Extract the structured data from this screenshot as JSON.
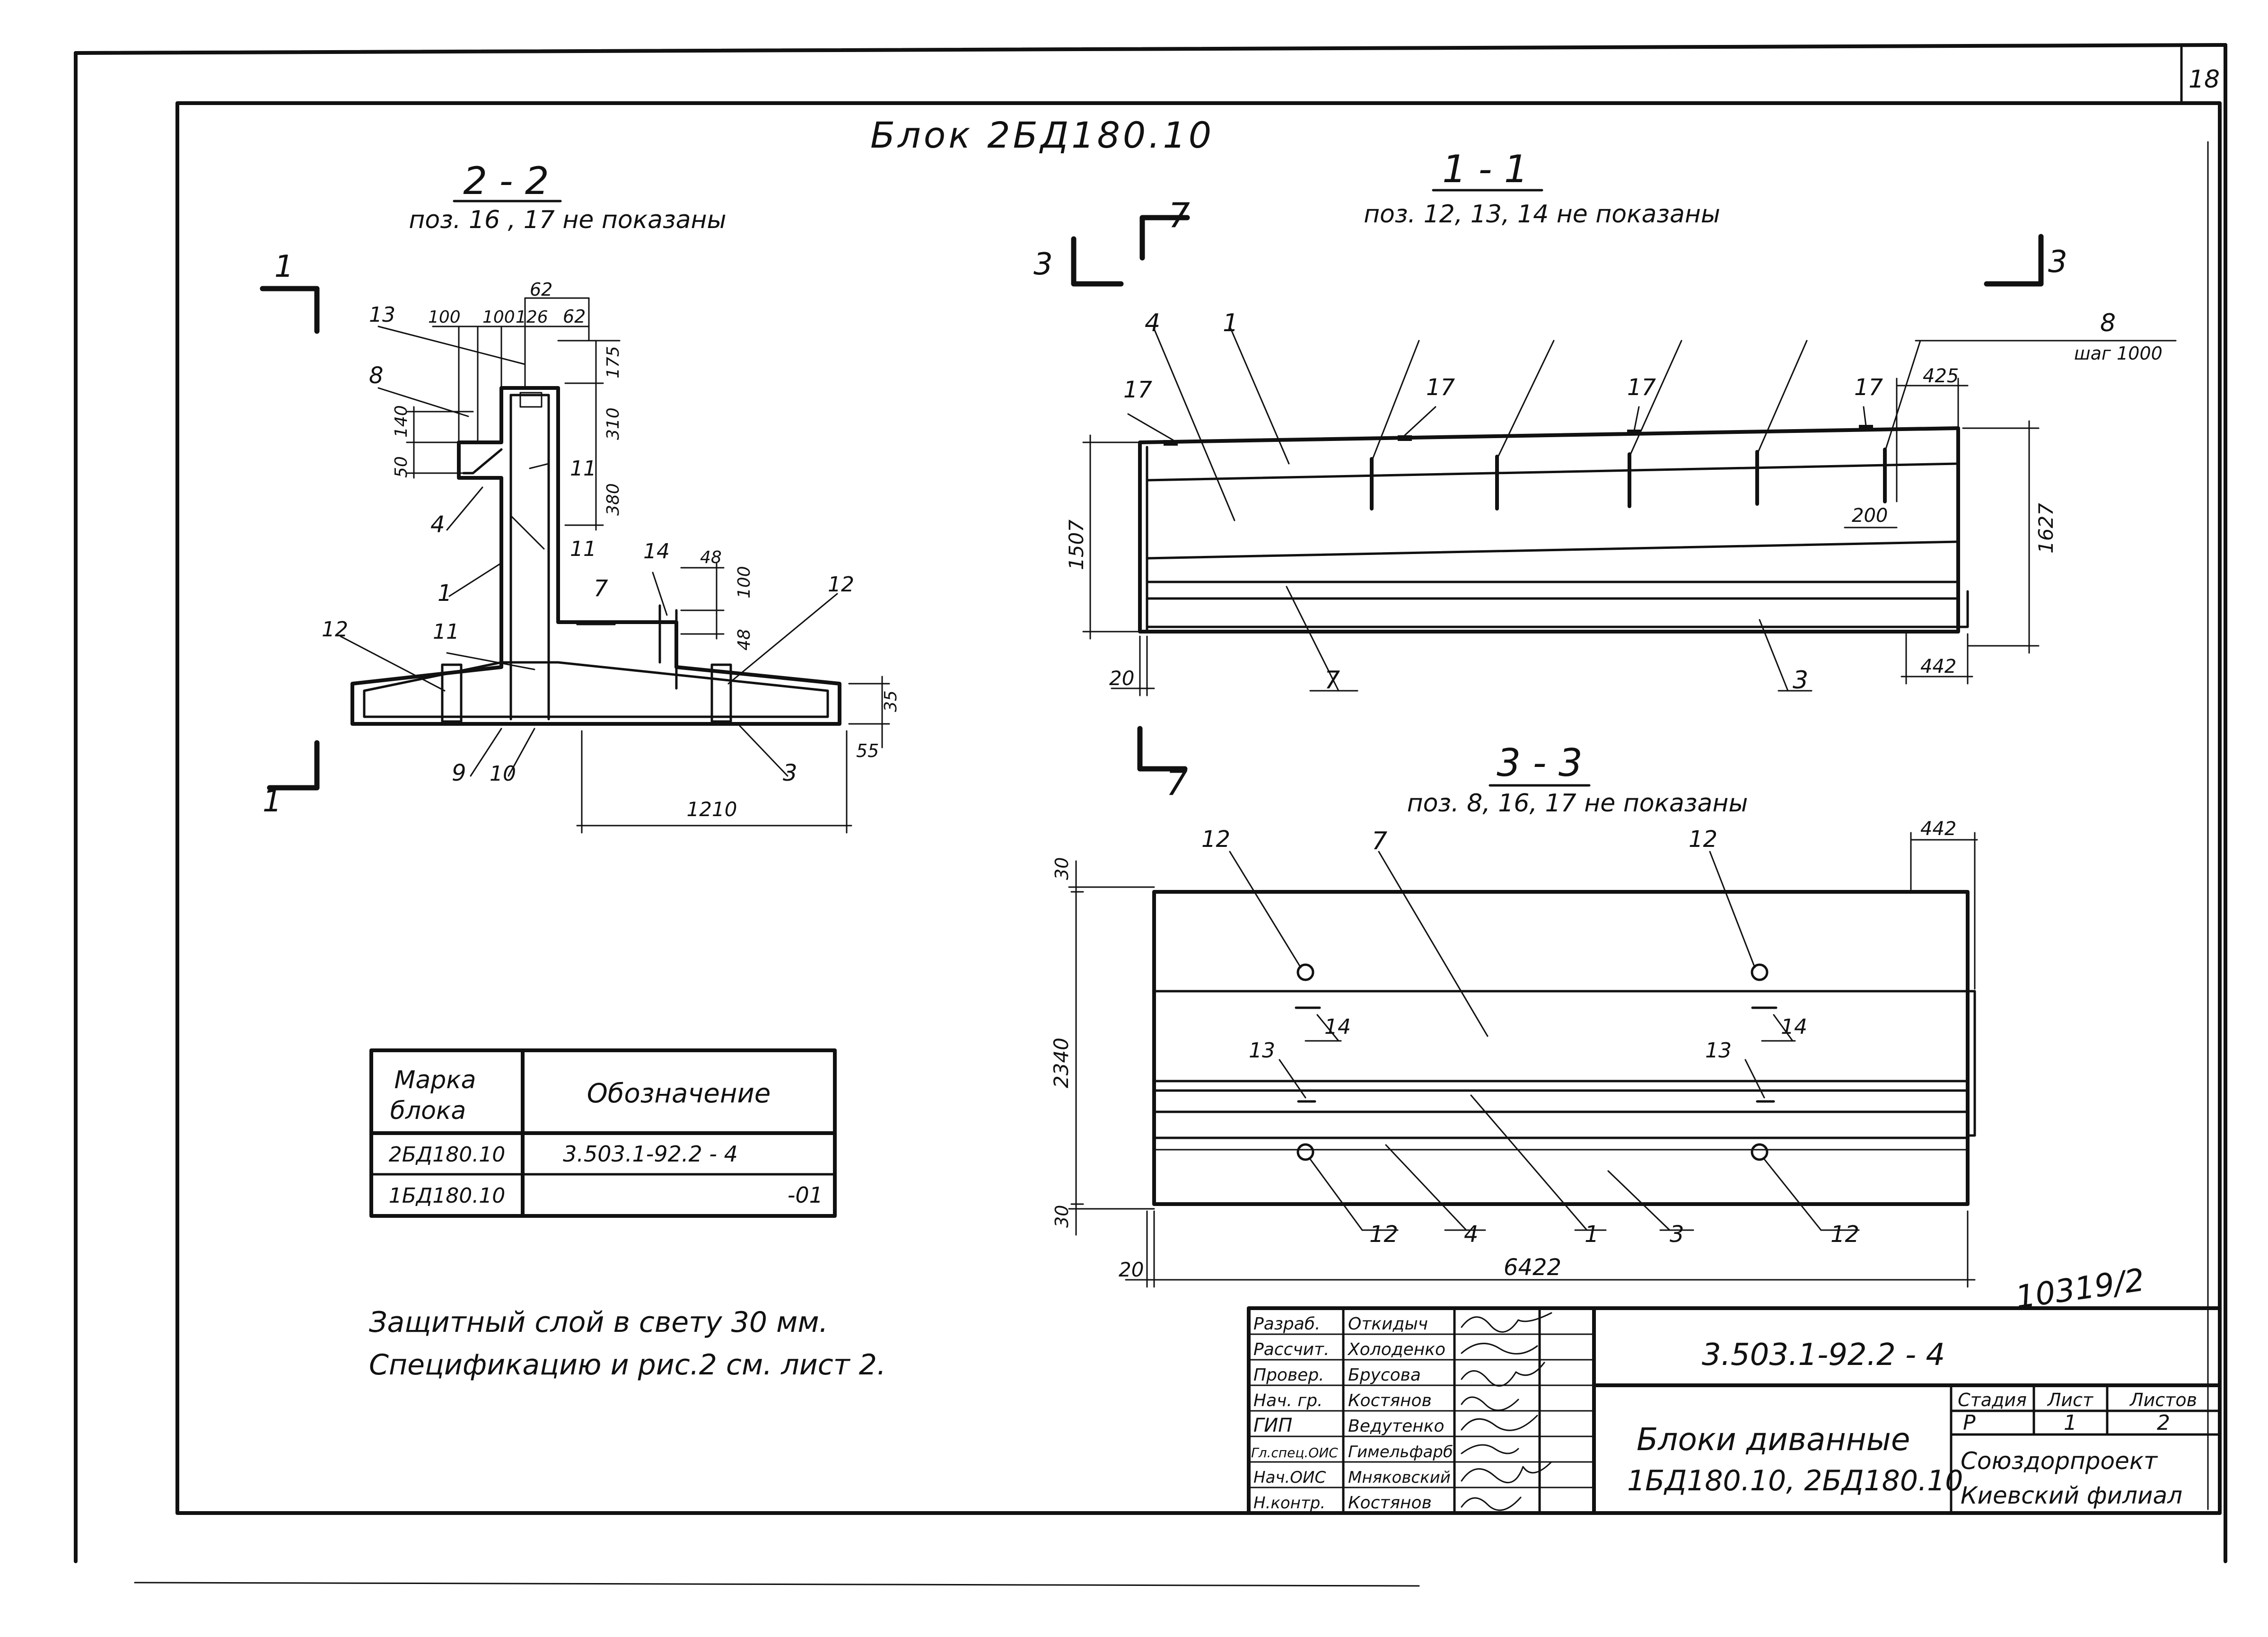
{
  "sheet_number": "18",
  "archive_number": "10319/2",
  "title": "Блок  2БД180.10",
  "sections": {
    "s22": {
      "title": "2 - 2",
      "note": "поз. 16 , 17 не показаны",
      "cut_label": "1"
    },
    "s11": {
      "title": "1 - 1",
      "note": "поз. 12, 13, 14    не показаны",
      "cut_left": "3",
      "cut_right": "3",
      "cut_top": "7",
      "step_label": "шаг 1000"
    },
    "s33": {
      "title": "3 - 3",
      "note": "поз. 8, 16, 17    не показаны",
      "cut_label": "7"
    }
  },
  "dims_22": {
    "d62a": "62",
    "d100a": "100",
    "d100b": "100",
    "d126": "126",
    "d62b": "62",
    "d175": "175",
    "d310": "310",
    "d380": "380",
    "d140": "140",
    "d50": "50",
    "d48a": "48",
    "d100c": "100",
    "d48b": "48",
    "d35": "35",
    "d55": "55",
    "d1210": "1210"
  },
  "pos_22": {
    "p13": "13",
    "p8": "8",
    "p4": "4",
    "p1": "1",
    "p12a": "12",
    "p11a": "11",
    "p11b": "11",
    "p11c": "11",
    "p7": "7",
    "p14": "14",
    "p12b": "12",
    "p9": "9",
    "p10": "10",
    "p3": "3"
  },
  "dims_11": {
    "d425": "425",
    "d1507": "1507",
    "d1627": "1627",
    "d200": "200",
    "d20": "20",
    "d442": "442"
  },
  "pos_11": {
    "p4": "4",
    "p1": "1",
    "p8": "8",
    "p17a": "17",
    "p17b": "17",
    "p17c": "17",
    "p17d": "17",
    "p7": "7",
    "p3": "3"
  },
  "dims_33": {
    "d442": "442",
    "d30a": "30",
    "d2340": "2340",
    "d30b": "30",
    "d20": "20",
    "d6422": "6422"
  },
  "pos_33": {
    "p12a": "12",
    "p7": "7",
    "p12b": "12",
    "p14a": "14",
    "p14b": "14",
    "p13a": "13",
    "p13b": "13",
    "p12c": "12",
    "p4": "4",
    "p1": "1",
    "p3": "3",
    "p12d": "12"
  },
  "mark_table": {
    "header_col1_l1": "Марка",
    "header_col1_l2": "блока",
    "header_col2": "Обозначение",
    "rows": [
      {
        "mark": "2БД180.10",
        "designation": "3.503.1-92.2 - 4"
      },
      {
        "mark": "1БД180.10",
        "designation": "-01"
      }
    ]
  },
  "notes": {
    "line1": "Защитный  слой  в  свету  30 мм.",
    "line2": "Спецификацию  и  рис.2  см.  лист 2."
  },
  "title_block": {
    "doc_code": "3.503.1-92.2 - 4",
    "name_l1": "Блоки  диванные",
    "name_l2": "1БД180.10,  2БД180.10",
    "stage_hdr": "Стадия",
    "sheet_hdr": "Лист",
    "sheets_hdr": "Листов",
    "stage": "Р",
    "sheet": "1",
    "sheets": "2",
    "org_l1": "Союздорпроект",
    "org_l2": "Киевский  филиал",
    "signers": [
      {
        "role": "Разраб.",
        "name": "Откидыч"
      },
      {
        "role": "Рассчит.",
        "name": "Холоденко"
      },
      {
        "role": "Провер.",
        "name": "Брусова"
      },
      {
        "role": "Нач. гр.",
        "name": "Костянов"
      },
      {
        "role": "ГИП",
        "name": "Ведутенко"
      },
      {
        "role": "Гл.спец.ОИС",
        "name": "Гимельфарб"
      },
      {
        "role": "Нач.ОИС",
        "name": "Мняковский"
      },
      {
        "role": "Н.контр.",
        "name": "Костянов"
      }
    ]
  }
}
